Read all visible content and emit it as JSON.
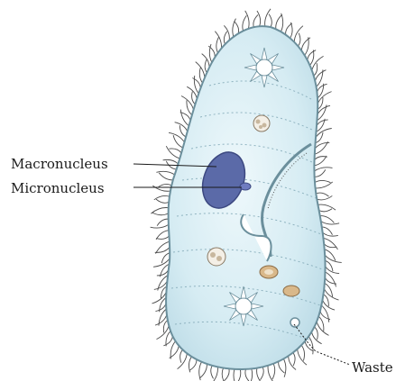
{
  "diagram": {
    "labels": {
      "macronucleus": "Macronucleus",
      "micronucleus": "Micronucleus",
      "waste": "Waste"
    },
    "colors": {
      "body_fill": "#d6ecf3",
      "body_outline": "#6b8f9c",
      "cilia": "#4a4a4a",
      "macronucleus": "#5b6aa8",
      "micronucleus": "#6f7cc0",
      "vacuole": "#ffffff",
      "food_vacuole": "#d9b88a",
      "leader_line": "#1a1a1a"
    }
  }
}
